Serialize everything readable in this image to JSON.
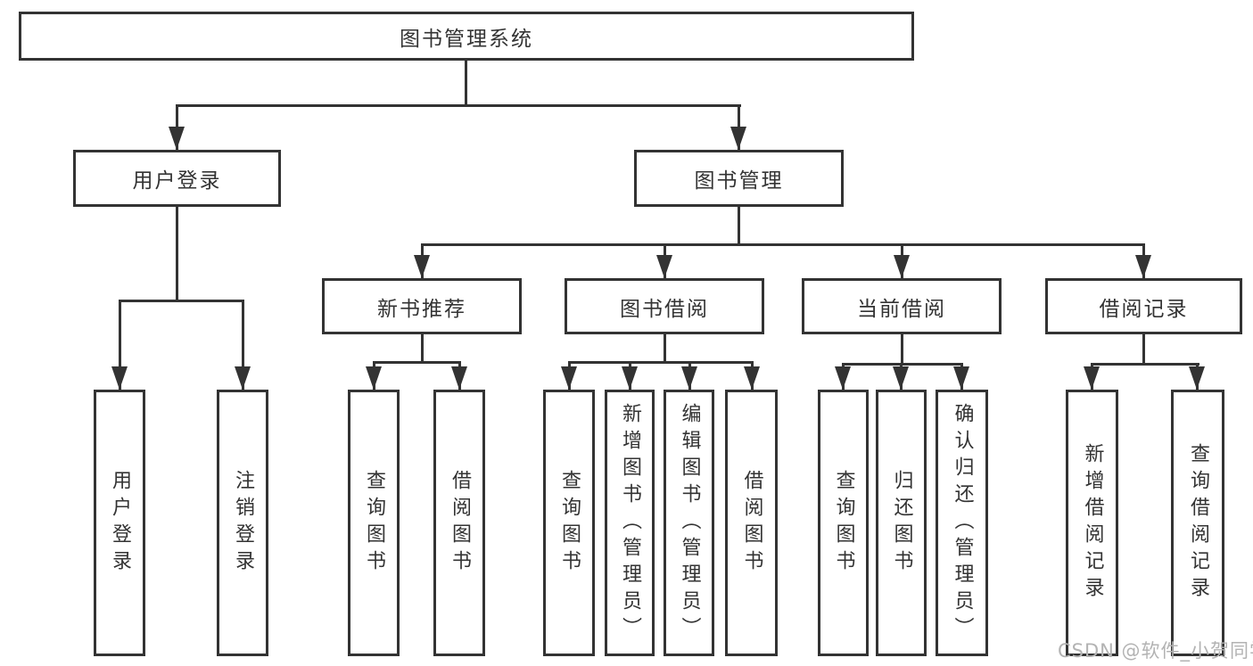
{
  "diagram": {
    "title_node": {
      "label": "图书管理系统"
    },
    "level2": [
      {
        "label": "用户登录"
      },
      {
        "label": "图书管理"
      }
    ],
    "level3": [
      {
        "label": "新书推荐"
      },
      {
        "label": "图书借阅"
      },
      {
        "label": "当前借阅"
      },
      {
        "label": "借阅记录"
      }
    ],
    "leaves": [
      {
        "label": "用户登录"
      },
      {
        "label": "注销登录"
      },
      {
        "label": "查询图书"
      },
      {
        "label": "借阅图书"
      },
      {
        "label": "查询图书"
      },
      {
        "label": "新增图书（管理员）"
      },
      {
        "label": "编辑图书（管理员）"
      },
      {
        "label": "借阅图书"
      },
      {
        "label": "查询图书"
      },
      {
        "label": "归还图书"
      },
      {
        "label": "确认归还（管理员）"
      },
      {
        "label": "新增借阅记录"
      },
      {
        "label": "查询借阅记录"
      }
    ]
  },
  "watermark": {
    "text": "CSDN @软件_小贺同学"
  },
  "colors": {
    "line": "#333333",
    "text": "#333333",
    "watermark": "#b3b3b3",
    "background": "#ffffff"
  }
}
